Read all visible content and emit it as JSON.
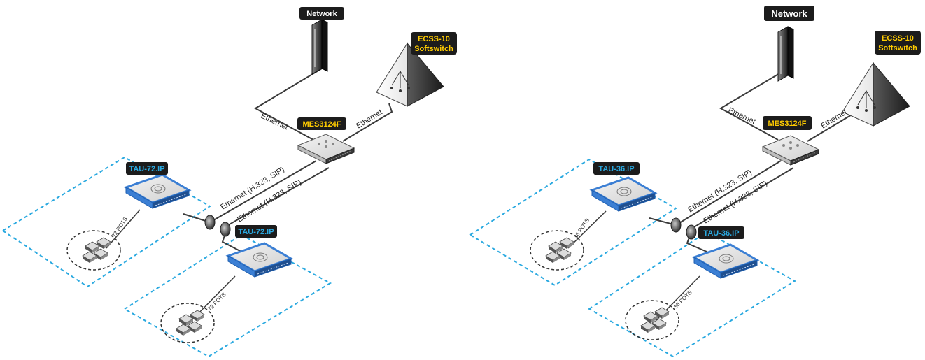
{
  "left": {
    "network_label": "Network",
    "softswitch_label_line1": "ECSS-10",
    "softswitch_label_line2": "Softswitch",
    "switch_label": "MES3124F",
    "cable_network": "Ethernet",
    "cable_softswitch": "Ethernet",
    "cable_gw1": "Ethernet (H.323, SIP)",
    "cable_gw2": "Ethernet (H.323, SIP)",
    "gw1_label": "TAU-72.IP",
    "gw2_label": "TAU-72.IP",
    "gw1_pots": "72 POTS",
    "gw2_pots": "72 POTS"
  },
  "right": {
    "network_label": "Network",
    "softswitch_label_line1": "ECSS-10",
    "softswitch_label_line2": "Softswitch",
    "switch_label": "MES3124F",
    "cable_network": "Ethernet",
    "cable_softswitch": "Ethernet",
    "cable_gw1": "Ethernet (H.323, SIP)",
    "cable_gw2": "Ethernet (H.323, SIP)",
    "gw1_label": "TAU-36.IP",
    "gw2_label": "TAU-36.IP",
    "gw1_pots": "36 POTS",
    "gw2_pots": "36 POTS"
  },
  "colors": {
    "label_bg": "#1c1c1c",
    "label_yellow": "#ffcc00",
    "label_blue": "#2aa9e0",
    "zone_border": "#2aa9e0",
    "gateway_accent": "#3b7fd4",
    "cable": "#3a3a3a"
  }
}
